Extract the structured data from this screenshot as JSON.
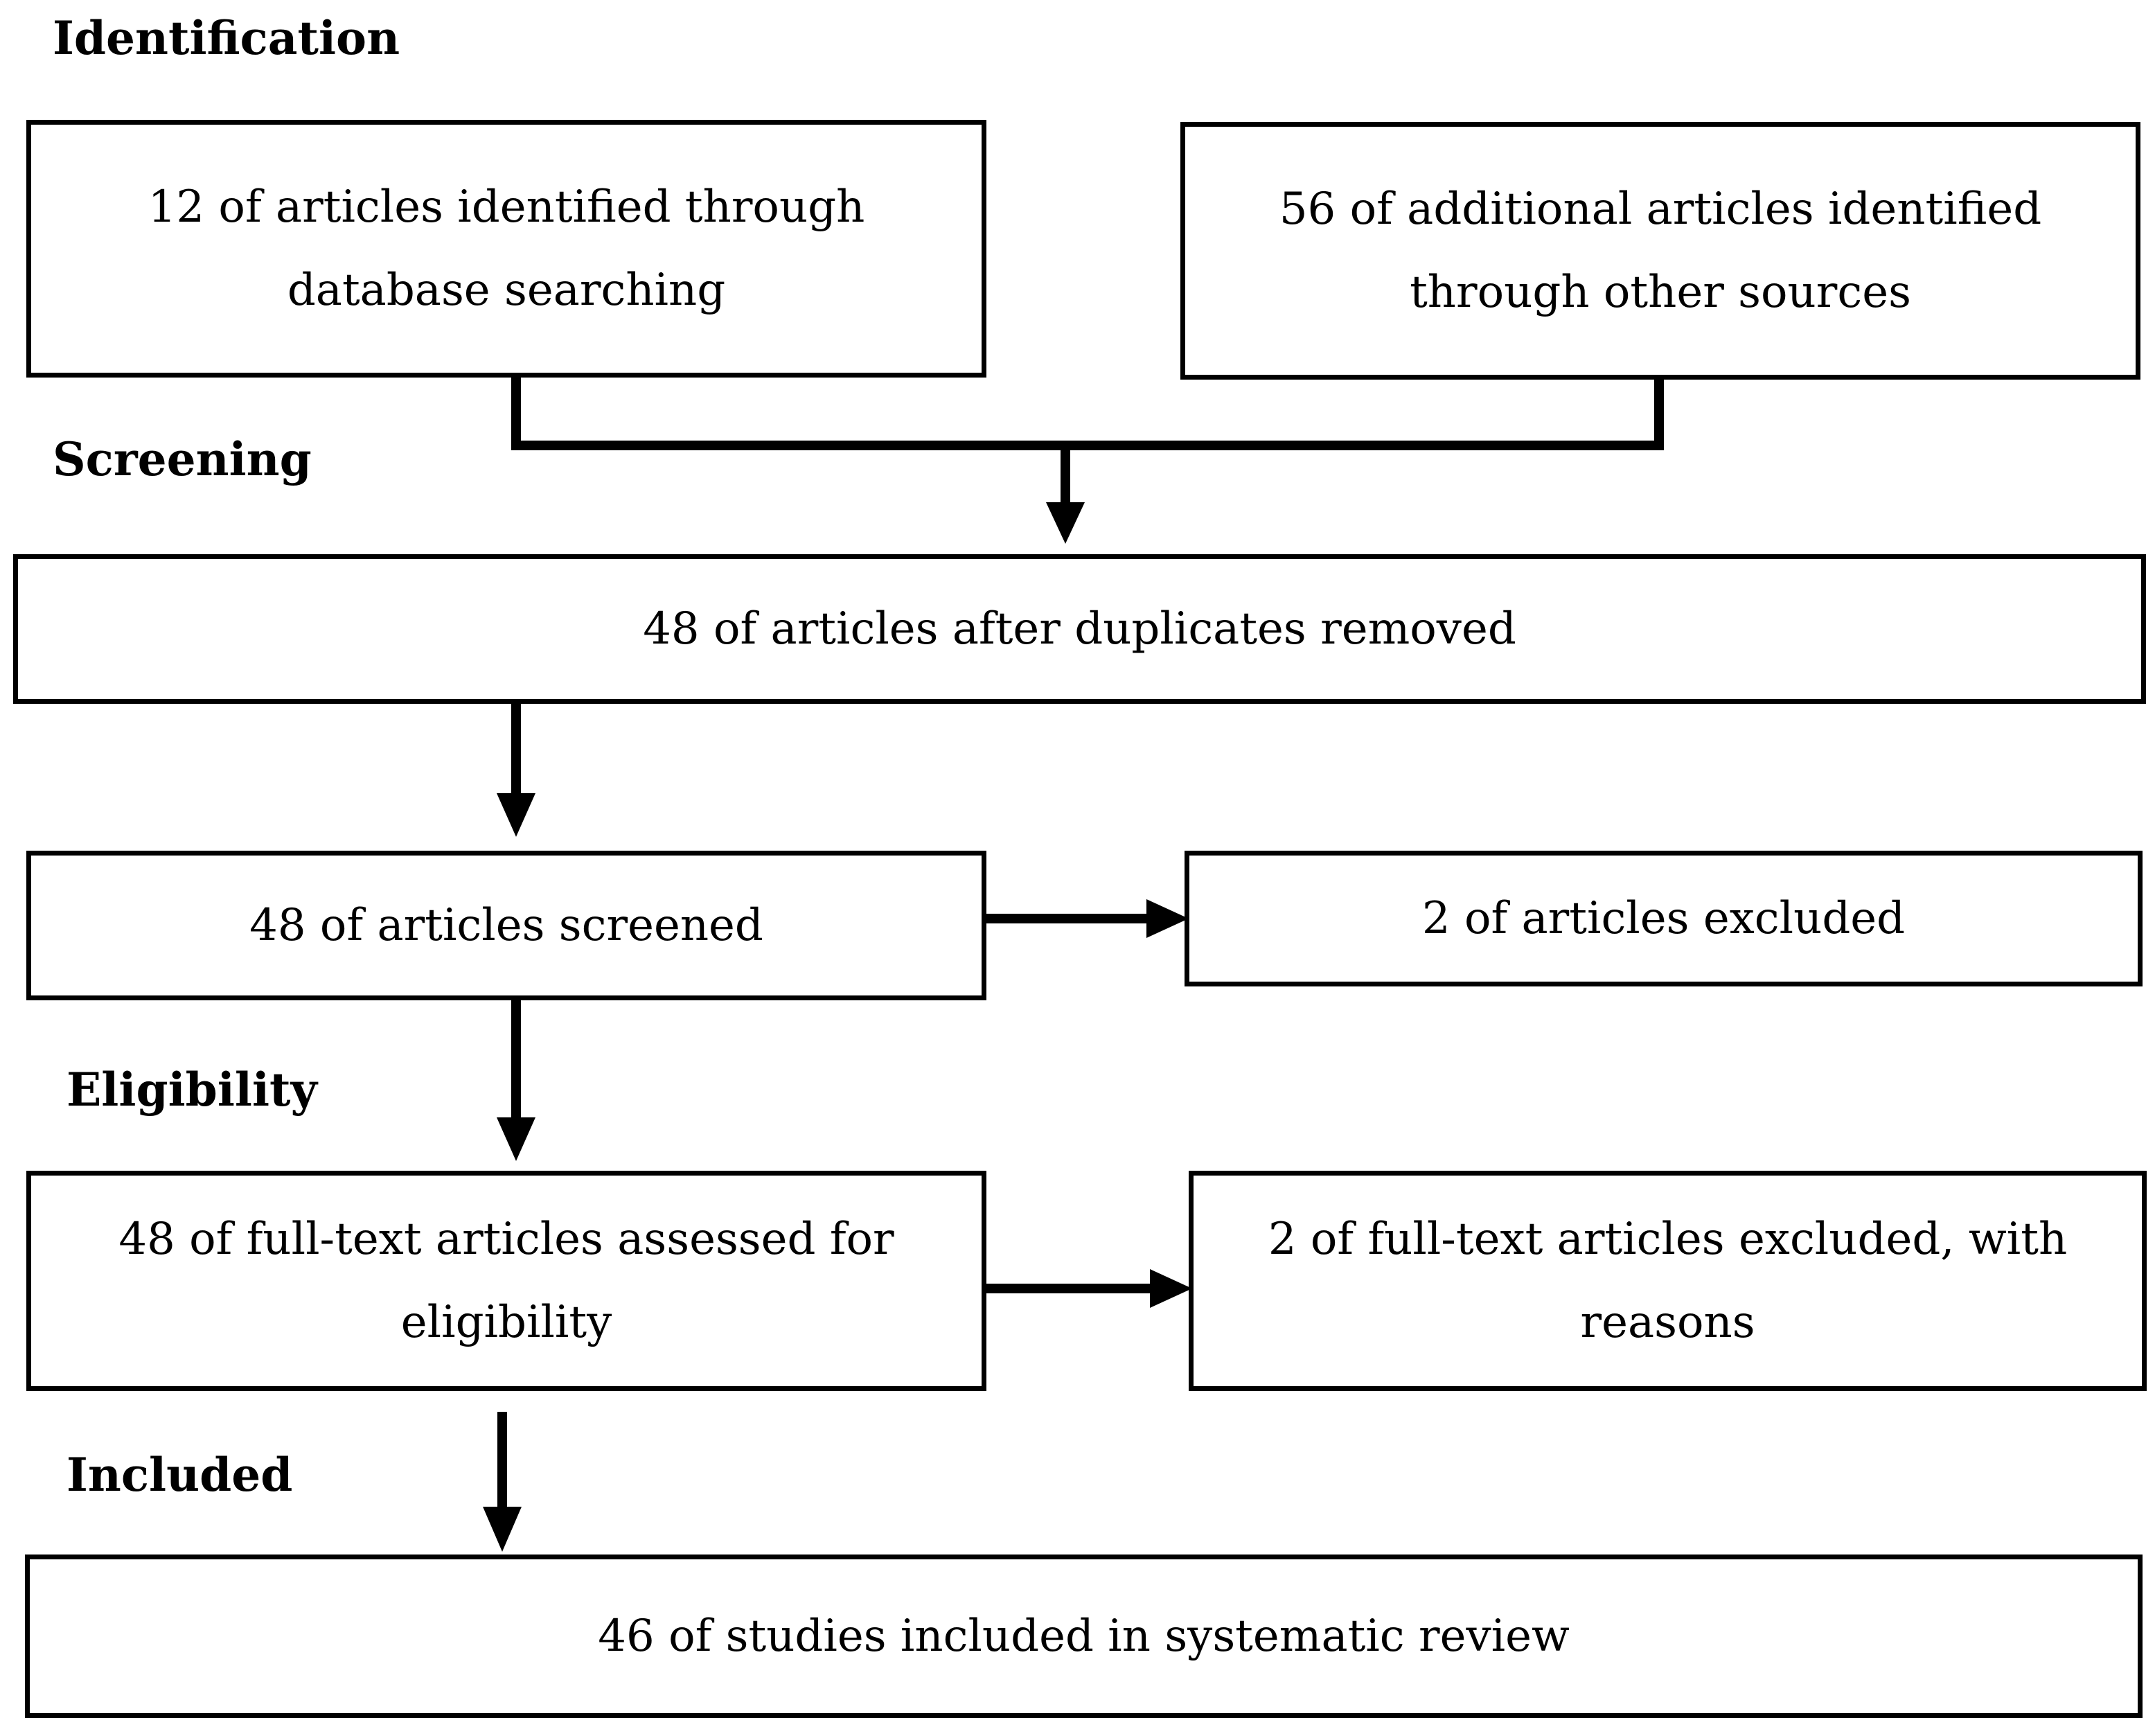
{
  "stages": {
    "identification": "Identification",
    "screening": "Screening",
    "eligibility": "Eligibility",
    "included": "Included"
  },
  "boxes": {
    "database_search": "12 of articles identified through database searching",
    "other_sources": "56 of additional articles identified through other sources",
    "after_duplicates": "48 of articles after duplicates removed",
    "screened": "48 of articles screened",
    "excluded": "2 of articles excluded",
    "fulltext_assessed": "48 of full-text articles assessed for eligibility",
    "fulltext_excluded": "2 of full-text articles excluded, with reasons",
    "included_studies": "46 of studies included in systematic review"
  },
  "colors": {
    "stroke": "#000000",
    "background": "#ffffff"
  }
}
